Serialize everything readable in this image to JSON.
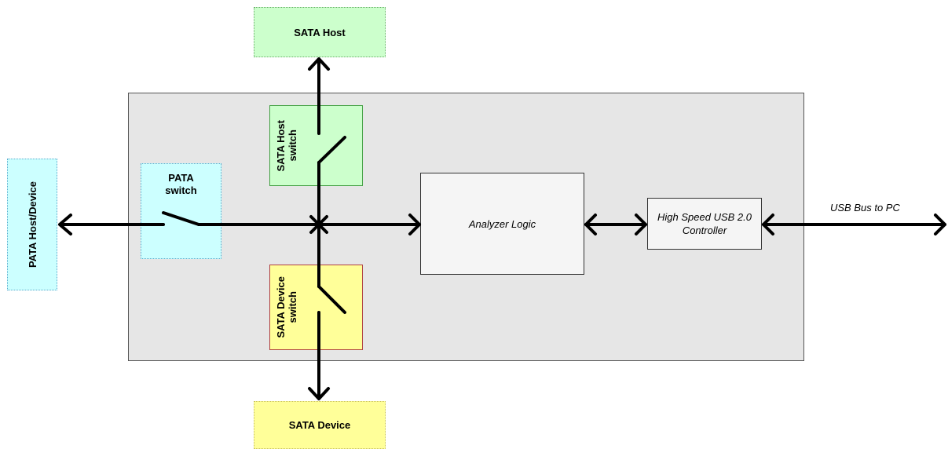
{
  "blocks": {
    "sata_host": "SATA Host",
    "sata_device": "SATA Device",
    "pata_host_device": "PATA Host/Device",
    "pata_switch_line1": "PATA",
    "pata_switch_line2": "switch",
    "sata_host_switch_line1": "SATA Host",
    "sata_host_switch_line2": "switch",
    "sata_device_switch_line1": "SATA Device",
    "sata_device_switch_line2": "switch",
    "analyzer_logic": "Analyzer Logic",
    "usb_controller_line1": "High Speed USB 2.0",
    "usb_controller_line2": "Controller",
    "usb_bus_label": "USB Bus to PC"
  },
  "colors": {
    "enclosure": "#e6e6e6",
    "sata_host": "#ccffcc",
    "sata_device": "#ffff99",
    "pata": "#ccffff",
    "logic": "#f5f5f5",
    "wire": "#000000"
  }
}
